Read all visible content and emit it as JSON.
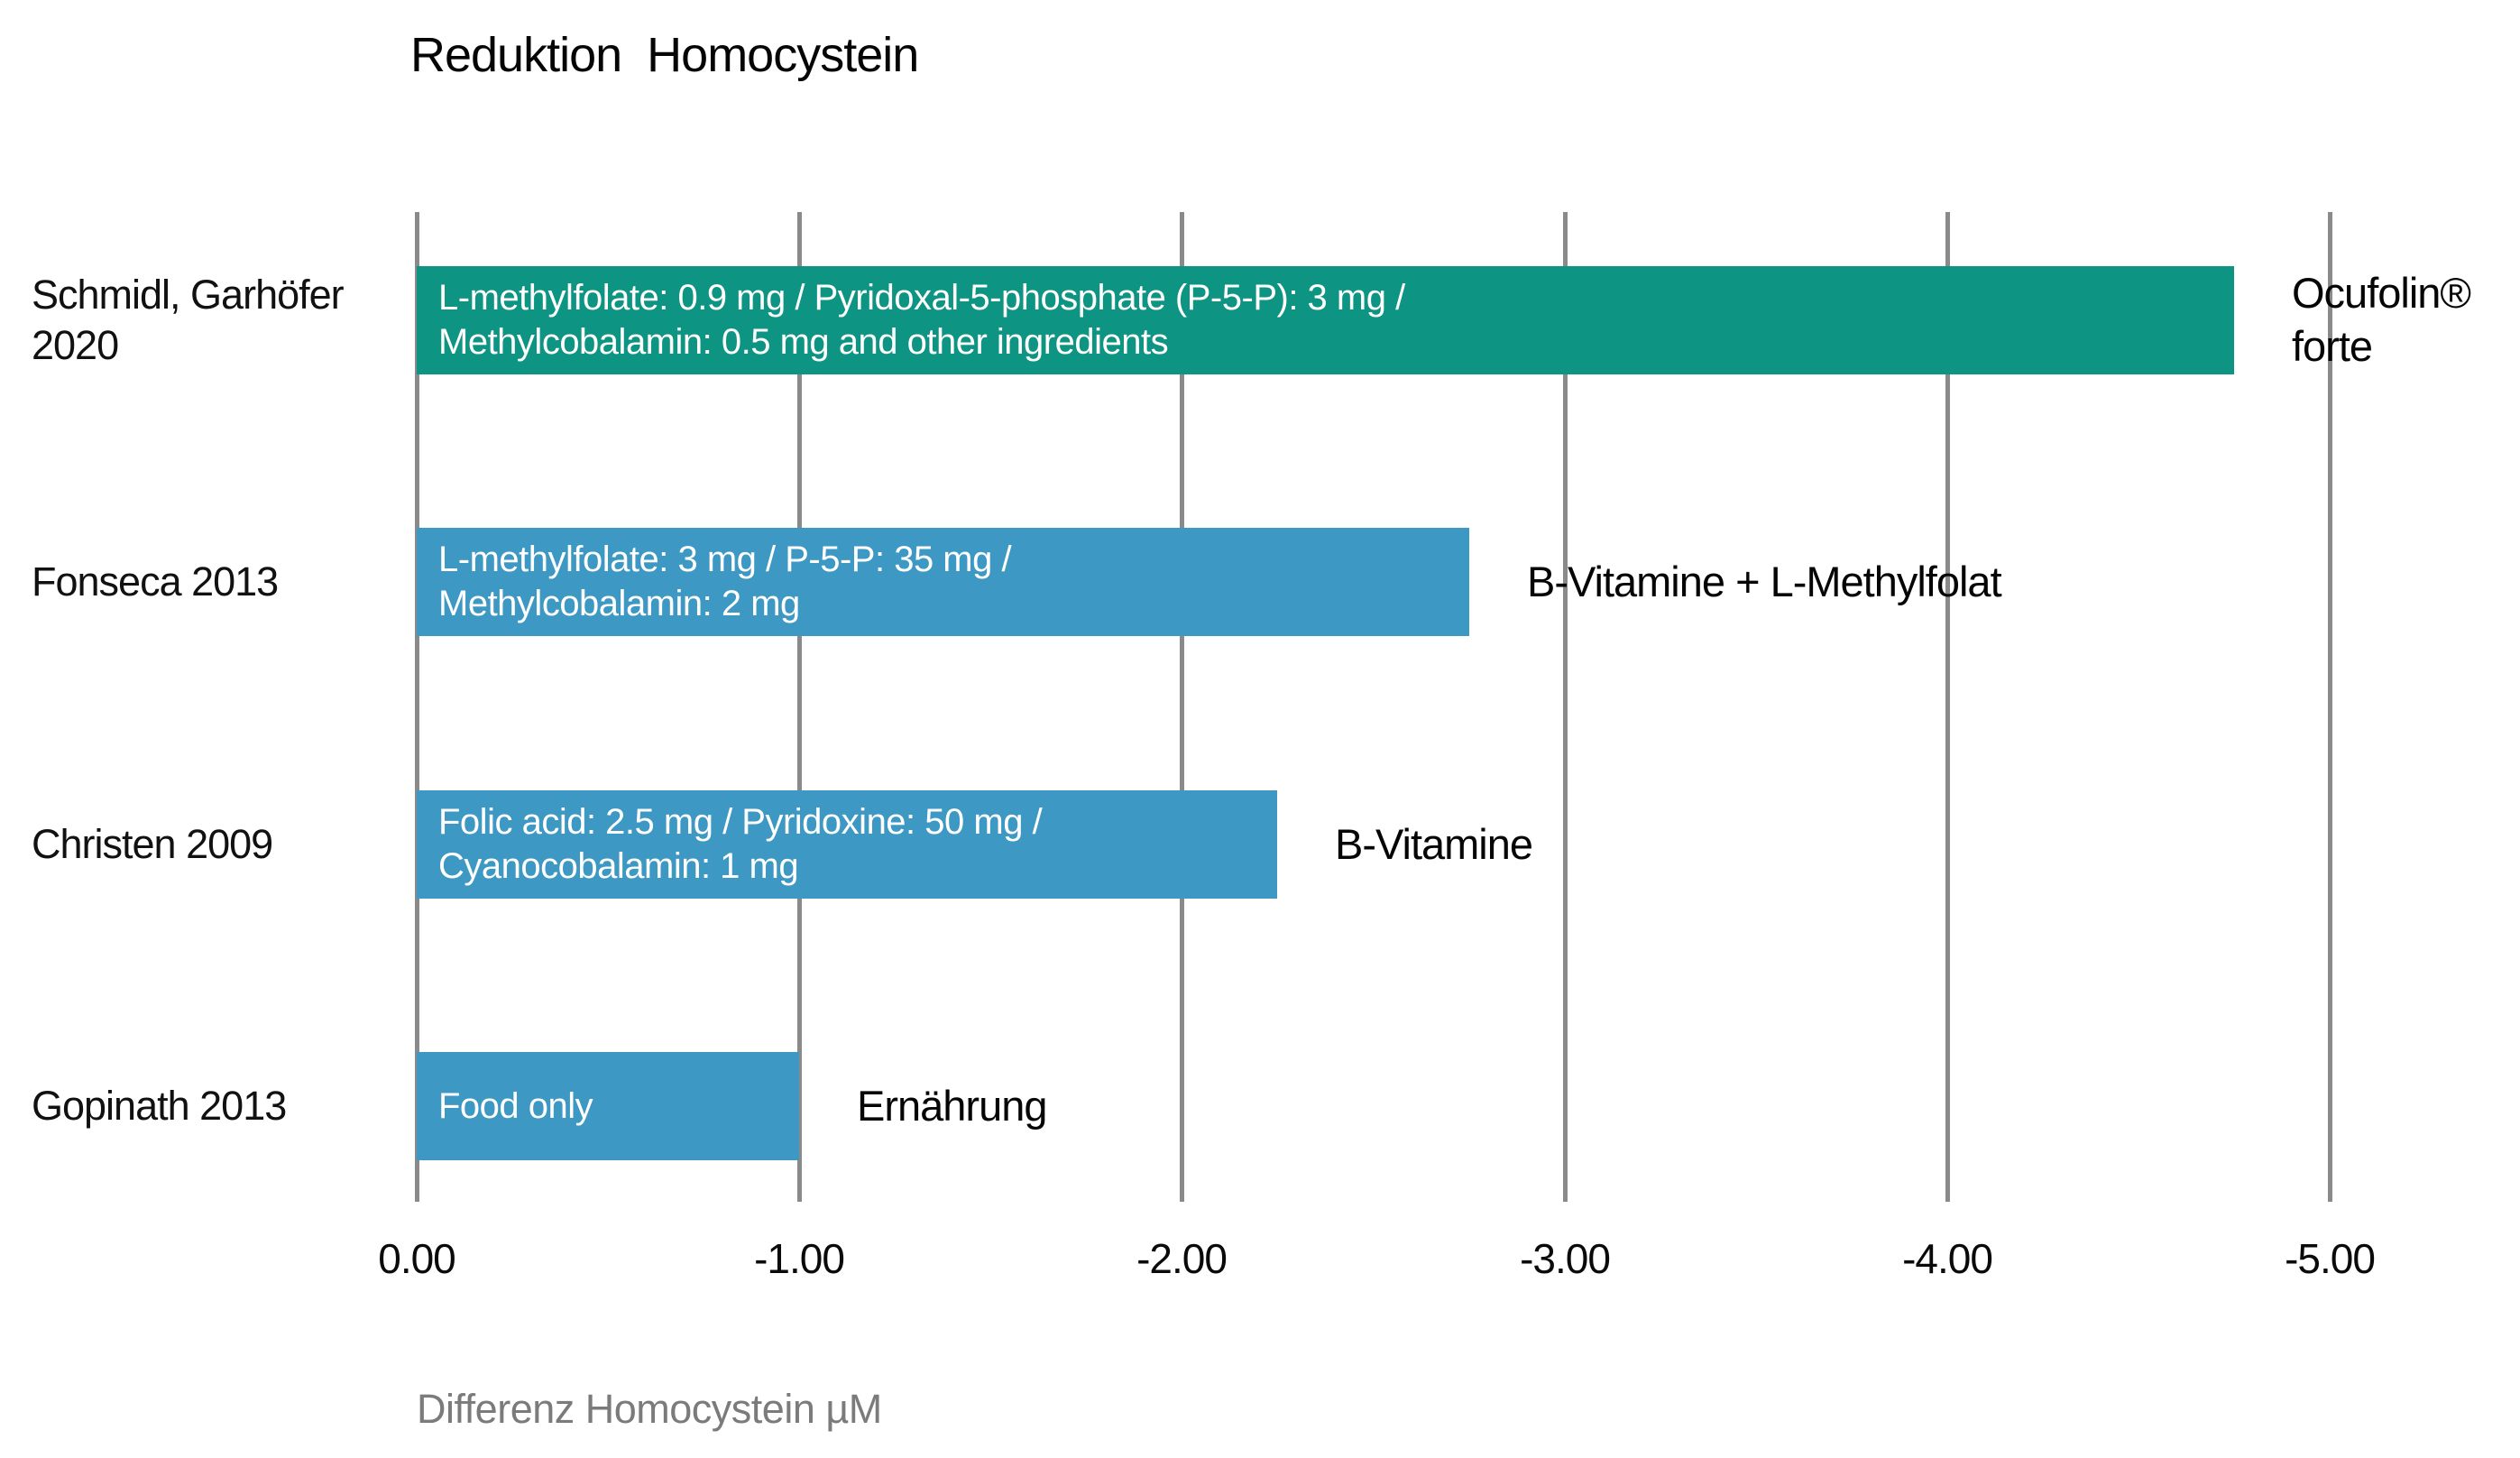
{
  "title": "Reduktion  Homocystein",
  "chart_data": {
    "type": "bar",
    "orientation": "horizontal",
    "title": "Reduktion Homocystein",
    "xlabel": "Differenz Homocystein µM",
    "ylabel": "",
    "xlim": [
      0,
      -5.3
    ],
    "grid": "vertical-gridlines-on",
    "legend": "none",
    "x_ticks": [
      "0.00",
      "-1.00",
      "-2.00",
      "-3.00",
      "-4.00",
      "-5.00"
    ],
    "x_tick_values": [
      0,
      -1,
      -2,
      -3,
      -4,
      -5
    ],
    "categories": [
      "Schmidl, Garhöfer 2020",
      "Fonseca 2013",
      "Christen 2009",
      "Gopinath 2013"
    ],
    "values": [
      -4.75,
      -2.75,
      -2.25,
      -1.0
    ],
    "bars": [
      {
        "study": "Schmidl, Garhöfer\n2020",
        "value": -4.75,
        "color": "#0d9482",
        "bar_label": "L-methylfolate: 0.9 mg / Pyridoxal-5-phosphate (P-5-P): 3 mg /\nMethylcobalamin: 0.5 mg and other ingredients",
        "annotation": "Ocufolin®\nforte"
      },
      {
        "study": "Fonseca 2013",
        "value": -2.75,
        "color": "#3d98c4",
        "bar_label": "L-methylfolate: 3 mg / P-5-P: 35 mg /\nMethylcobalamin: 2 mg",
        "annotation": "B-Vitamine + L-Methylfolat"
      },
      {
        "study": "Christen 2009",
        "value": -2.25,
        "color": "#3d98c4",
        "bar_label": "Folic acid: 2.5 mg / Pyridoxine: 50 mg /\nCyanocobalamin: 1 mg",
        "annotation": "B-Vitamine"
      },
      {
        "study": "Gopinath 2013",
        "value": -1.0,
        "color": "#3d98c4",
        "bar_label": "Food only",
        "annotation": "Ernährung"
      }
    ]
  },
  "colors": {
    "teal": "#0d9482",
    "blue": "#3d98c4",
    "gridline": "#8a8a8a",
    "bar_text": "#ffffff",
    "axis_title_text": "#7b7b7b",
    "tick_text": "#0a0a0a",
    "title_text": "#050505"
  }
}
